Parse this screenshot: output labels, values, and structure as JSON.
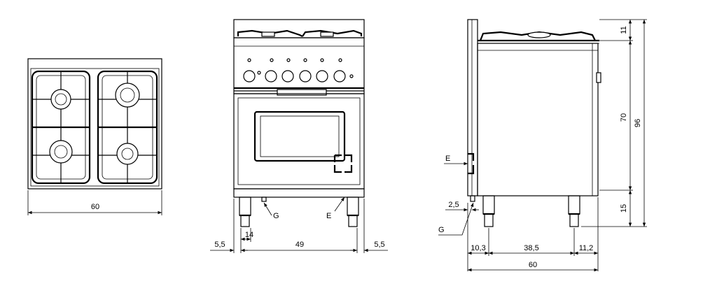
{
  "top_view": {
    "width_label": "60"
  },
  "front_view": {
    "left_offset_label": "5,5",
    "leg_width_label": "14",
    "between_legs_label": "49",
    "right_offset_label": "5,5",
    "gas_label": "G",
    "electric_label": "E"
  },
  "side_view": {
    "top_height_label": "11",
    "body_height_label": "70",
    "total_height_label": "96",
    "leg_height_label": "15",
    "gas_offset_label": "2,5",
    "leg_left_label": "10,3",
    "between_legs_label": "38,5",
    "leg_right_label": "11,2",
    "depth_label": "60",
    "gas_label": "G",
    "electric_label": "E"
  }
}
